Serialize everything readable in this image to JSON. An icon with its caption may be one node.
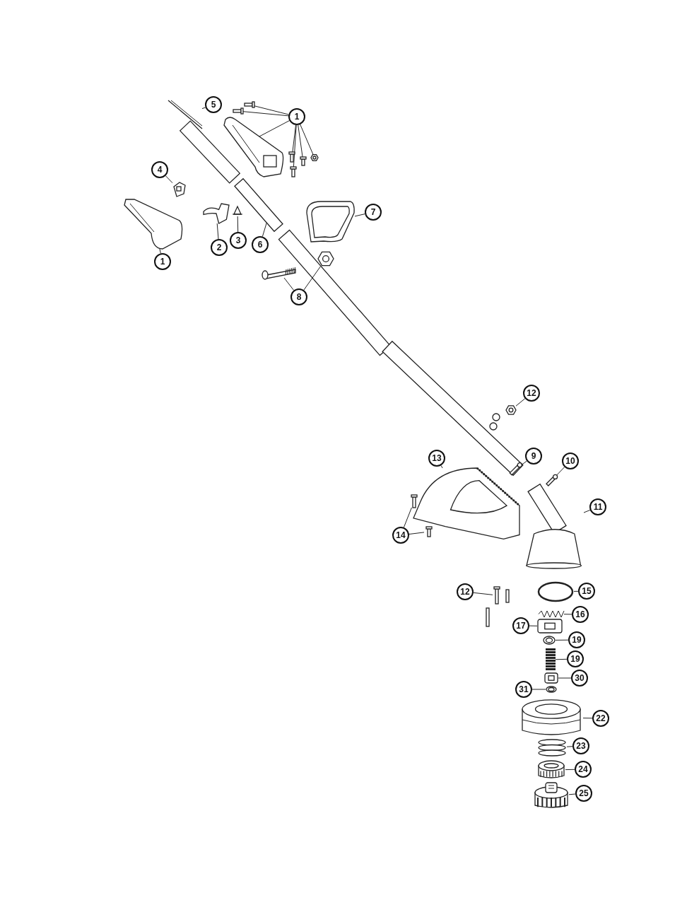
{
  "diagram": {
    "nodes": [
      {
        "text": [
          "1"
        ]
      },
      {
        "text": [],
        "shape": "picture"
      },
      {
        "text": [],
        "shape": "picture"
      },
      {
        "text": [],
        "shape": "picture"
      },
      {
        "text": [],
        "shape": "picture"
      },
      {
        "text": [],
        "shape": "picture"
      },
      {
        "text": [],
        "shape": "picture"
      },
      {
        "text": [],
        "shape": "picture"
      },
      {
        "text": [
          "5"
        ]
      },
      {
        "text": [],
        "shape": "picture"
      },
      {
        "text": [
          "4"
        ]
      },
      {
        "text": [],
        "shape": "picture"
      },
      {
        "text": [
          "1"
        ]
      },
      {
        "text": [],
        "shape": "picture"
      },
      {
        "text": [
          "2"
        ]
      },
      {
        "text": [],
        "shape": "picture"
      },
      {
        "text": [
          "3"
        ]
      },
      {
        "text": [],
        "shape": "picture"
      },
      {
        "text": [
          "6"
        ]
      },
      {
        "text": [],
        "shape": "picture"
      },
      {
        "text": [
          "7"
        ]
      },
      {
        "text": [],
        "shape": "picture"
      },
      {
        "text": [
          "8"
        ]
      },
      {
        "text": [],
        "shape": "picture"
      },
      {
        "text": [],
        "shape": "picture"
      },
      {
        "text": [
          "12"
        ]
      },
      {
        "text": [],
        "shape": "picture"
      },
      {
        "text": [
          "9"
        ]
      },
      {
        "text": [],
        "shape": "picture"
      },
      {
        "text": [
          "13"
        ]
      },
      {
        "text": [],
        "shape": "picture"
      },
      {
        "text": [
          "10"
        ]
      },
      {
        "text": [],
        "shape": "picture"
      },
      {
        "text": [
          "11"
        ]
      },
      {
        "text": [],
        "shape": "picture"
      },
      {
        "text": [
          "14"
        ]
      },
      {
        "text": [],
        "shape": "picture"
      },
      {
        "text": [],
        "shape": "picture"
      },
      {
        "text": [
          "12"
        ]
      },
      {
        "text": [],
        "shape": "picture"
      },
      {
        "text": [
          "15"
        ]
      },
      {
        "text": [],
        "shape": "circle"
      },
      {
        "text": [
          "16"
        ]
      },
      {
        "text": [],
        "shape": "picture"
      },
      {
        "text": [
          "17"
        ]
      },
      {
        "text": [],
        "shape": "picture"
      },
      {
        "text": [
          "19"
        ]
      },
      {
        "text": [],
        "shape": "picture"
      },
      {
        "text": [
          "19"
        ]
      },
      {
        "text": [],
        "shape": "picture"
      },
      {
        "text": [
          "30"
        ]
      },
      {
        "text": [],
        "shape": "picture"
      },
      {
        "text": [
          "31"
        ]
      },
      {
        "text": [],
        "shape": "picture"
      },
      {
        "text": [
          "22"
        ]
      },
      {
        "text": [],
        "shape": "picture"
      },
      {
        "text": [
          "23"
        ]
      },
      {
        "text": [],
        "shape": "picture"
      },
      {
        "text": [
          "24"
        ]
      },
      {
        "text": [],
        "shape": "picture"
      },
      {
        "text": [
          "25"
        ]
      },
      {
        "text": [],
        "shape": "picture"
      }
    ],
    "edges": [
      {
        "from": 0,
        "to": 1,
        "arrow": "none"
      },
      {
        "from": 0,
        "to": 2,
        "arrow": "none"
      },
      {
        "from": 0,
        "to": 3,
        "arrow": "none"
      },
      {
        "from": 0,
        "to": 4,
        "arrow": "none"
      },
      {
        "from": 0,
        "to": 5,
        "arrow": "none"
      },
      {
        "from": 0,
        "to": 6,
        "arrow": "none"
      },
      {
        "from": 0,
        "to": 7,
        "arrow": "none"
      },
      {
        "from": 8,
        "to": 9,
        "arrow": "none"
      },
      {
        "from": 10,
        "to": 11,
        "arrow": "none"
      },
      {
        "from": 12,
        "to": 13,
        "arrow": "none"
      },
      {
        "from": 14,
        "to": 15,
        "arrow": "none"
      },
      {
        "from": 16,
        "to": 17,
        "arrow": "none"
      },
      {
        "from": 18,
        "to": 19,
        "arrow": "none"
      },
      {
        "from": 20,
        "to": 21,
        "arrow": "none"
      },
      {
        "from": 22,
        "to": 23,
        "arrow": "none"
      },
      {
        "from": 22,
        "to": 24,
        "arrow": "none"
      },
      {
        "from": 25,
        "to": 26,
        "arrow": "none"
      },
      {
        "from": 27,
        "to": 28,
        "arrow": "none"
      },
      {
        "from": 29,
        "to": 30,
        "arrow": "none"
      },
      {
        "from": 31,
        "to": 32,
        "arrow": "none"
      },
      {
        "from": 33,
        "to": 34,
        "arrow": "none"
      },
      {
        "from": 35,
        "to": 36,
        "arrow": "none"
      },
      {
        "from": 35,
        "to": 37,
        "arrow": "none"
      },
      {
        "from": 38,
        "to": 39,
        "arrow": "none"
      },
      {
        "from": 40,
        "to": 41,
        "arrow": "none"
      },
      {
        "from": 42,
        "to": 43,
        "arrow": "none"
      },
      {
        "from": 44,
        "to": 45,
        "arrow": "none"
      },
      {
        "from": 46,
        "to": 47,
        "arrow": "none"
      },
      {
        "from": 48,
        "to": 49,
        "arrow": "none"
      },
      {
        "from": 50,
        "to": 51,
        "arrow": "none"
      },
      {
        "from": 52,
        "to": 53,
        "arrow": "none"
      },
      {
        "from": 54,
        "to": 55,
        "arrow": "none"
      },
      {
        "from": 56,
        "to": 57,
        "arrow": "none"
      },
      {
        "from": 58,
        "to": 59,
        "arrow": "none"
      },
      {
        "from": 60,
        "to": 61,
        "arrow": "none"
      }
    ]
  }
}
